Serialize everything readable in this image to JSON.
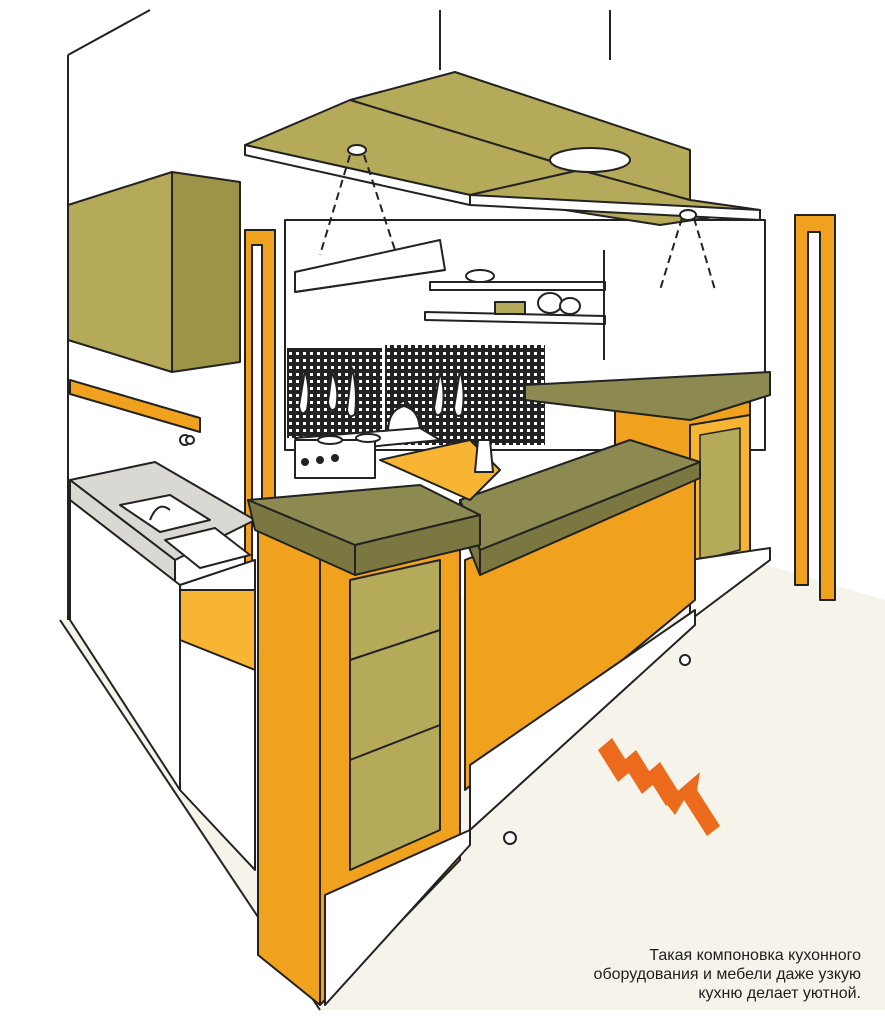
{
  "caption": {
    "lines": [
      "Такая компоновка кухонного",
      "оборудования и мебели даже узкую",
      "кухню делает уютной."
    ]
  },
  "colors": {
    "olive": "#b5a95a",
    "olive_top": "#8c8a50",
    "orange": "#f0a21e",
    "orange_light": "#f7b533",
    "arrow": "#ec6a1c",
    "floor": "#f6f3ea",
    "outline": "#222222"
  }
}
